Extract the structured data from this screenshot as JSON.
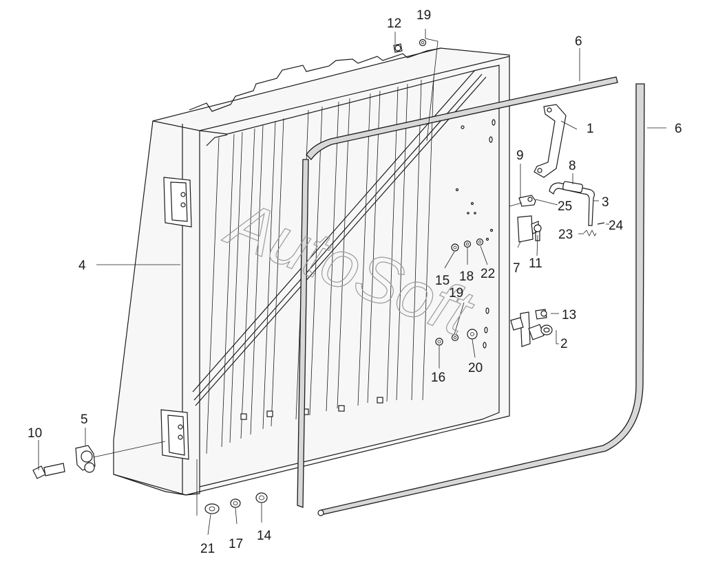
{
  "watermark": "AutoSoft",
  "callouts": [
    {
      "id": "c1",
      "label": "1"
    },
    {
      "id": "c2",
      "label": "2"
    },
    {
      "id": "c3",
      "label": "3"
    },
    {
      "id": "c4",
      "label": "4"
    },
    {
      "id": "c5",
      "label": "5"
    },
    {
      "id": "c6a",
      "label": "6"
    },
    {
      "id": "c6b",
      "label": "6"
    },
    {
      "id": "c7",
      "label": "7"
    },
    {
      "id": "c8",
      "label": "8"
    },
    {
      "id": "c9",
      "label": "9"
    },
    {
      "id": "c10",
      "label": "10"
    },
    {
      "id": "c11",
      "label": "11"
    },
    {
      "id": "c12",
      "label": "12"
    },
    {
      "id": "c13",
      "label": "13"
    },
    {
      "id": "c14",
      "label": "14"
    },
    {
      "id": "c15",
      "label": "15"
    },
    {
      "id": "c16",
      "label": "16"
    },
    {
      "id": "c17",
      "label": "17"
    },
    {
      "id": "c18",
      "label": "18"
    },
    {
      "id": "c19a",
      "label": "19"
    },
    {
      "id": "c19b",
      "label": "19"
    },
    {
      "id": "c20",
      "label": "20"
    },
    {
      "id": "c21",
      "label": "21"
    },
    {
      "id": "c22",
      "label": "22"
    },
    {
      "id": "c23",
      "label": "23"
    },
    {
      "id": "c24",
      "label": "24"
    },
    {
      "id": "c25",
      "label": "25"
    }
  ]
}
